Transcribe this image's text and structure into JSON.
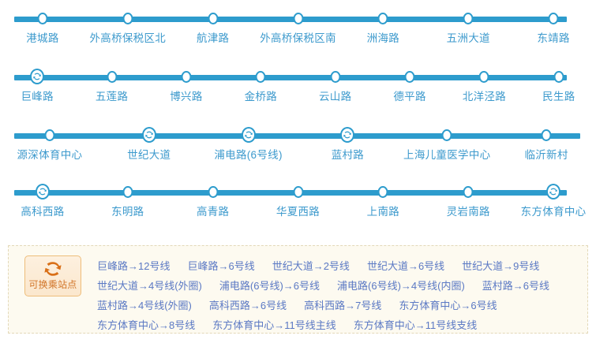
{
  "colors": {
    "line": "#2d9ccd",
    "station_label": "#3d9acd",
    "legend_text": "#5b79c4",
    "legend_badge_text": "#d2762a",
    "legend_bg": "#fdfaf0",
    "legend_border": "#e3d8b8"
  },
  "rows": [
    {
      "stations": [
        {
          "name": "港城路",
          "transfer": false,
          "icon": "station-dot-icon"
        },
        {
          "name": "外高桥保税区北",
          "transfer": false,
          "icon": "station-dot-icon"
        },
        {
          "name": "航津路",
          "transfer": false,
          "icon": "station-dot-icon"
        },
        {
          "name": "外高桥保税区南",
          "transfer": false,
          "icon": "station-dot-icon"
        },
        {
          "name": "洲海路",
          "transfer": false,
          "icon": "station-dot-icon"
        },
        {
          "name": "五洲大道",
          "transfer": false,
          "icon": "station-dot-icon"
        },
        {
          "name": "东靖路",
          "transfer": false,
          "icon": "station-dot-icon"
        }
      ]
    },
    {
      "stations": [
        {
          "name": "巨峰路",
          "transfer": true,
          "icon": "transfer-station-icon"
        },
        {
          "name": "五莲路",
          "transfer": false,
          "icon": "station-dot-icon"
        },
        {
          "name": "博兴路",
          "transfer": false,
          "icon": "station-dot-icon"
        },
        {
          "name": "金桥路",
          "transfer": false,
          "icon": "station-dot-icon"
        },
        {
          "name": "云山路",
          "transfer": false,
          "icon": "station-dot-icon"
        },
        {
          "name": "德平路",
          "transfer": false,
          "icon": "station-dot-icon"
        },
        {
          "name": "北洋泾路",
          "transfer": false,
          "icon": "station-dot-icon"
        },
        {
          "name": "民生路",
          "transfer": false,
          "icon": "station-dot-icon"
        }
      ]
    },
    {
      "stations": [
        {
          "name": "源深体育中心",
          "transfer": false,
          "icon": "station-dot-icon"
        },
        {
          "name": "世纪大道",
          "transfer": true,
          "icon": "transfer-station-icon"
        },
        {
          "name": "浦电路(6号线)",
          "transfer": true,
          "icon": "transfer-station-icon"
        },
        {
          "name": "蓝村路",
          "transfer": true,
          "icon": "transfer-station-icon"
        },
        {
          "name": "上海儿童医学中心",
          "transfer": false,
          "icon": "station-dot-icon"
        },
        {
          "name": "临沂新村",
          "transfer": false,
          "icon": "station-dot-icon"
        }
      ]
    },
    {
      "stations": [
        {
          "name": "高科西路",
          "transfer": true,
          "icon": "transfer-station-icon"
        },
        {
          "name": "东明路",
          "transfer": false,
          "icon": "station-dot-icon"
        },
        {
          "name": "高青路",
          "transfer": false,
          "icon": "station-dot-icon"
        },
        {
          "name": "华夏西路",
          "transfer": false,
          "icon": "station-dot-icon"
        },
        {
          "name": "上南路",
          "transfer": false,
          "icon": "station-dot-icon"
        },
        {
          "name": "灵岩南路",
          "transfer": false,
          "icon": "station-dot-icon"
        },
        {
          "name": "东方体育中心",
          "transfer": true,
          "icon": "transfer-station-icon"
        }
      ]
    }
  ],
  "legend": {
    "badge_icon": "transfer-arrows-icon",
    "badge_label": "可换乘站点",
    "lines": [
      [
        "巨峰路→12号线",
        "巨峰路→6号线",
        "世纪大道→2号线",
        "世纪大道→6号线",
        "世纪大道→9号线"
      ],
      [
        "世纪大道→4号线(外圈)",
        "浦电路(6号线)→6号线",
        "浦电路(6号线)→4号线(内圈)",
        "蓝村路→6号线"
      ],
      [
        "蓝村路→4号线(外圈)",
        "高科西路→6号线",
        "高科西路→7号线",
        "东方体育中心→6号线"
      ],
      [
        "东方体育中心→8号线",
        "东方体育中心→11号线主线",
        "东方体育中心→11号线支线"
      ]
    ]
  }
}
